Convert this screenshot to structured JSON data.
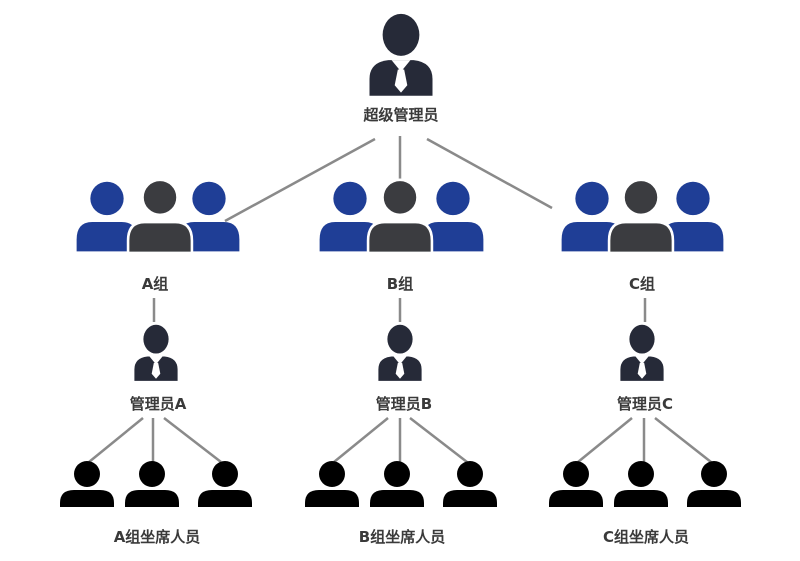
{
  "colors": {
    "admin": "#262a38",
    "group_member": "#1f3e96",
    "group_leader": "#3b3c40",
    "agent": "#000000",
    "connector": "#8a8a8a"
  },
  "super_admin": {
    "label": "超级管理员",
    "icon": "manager-with-tie-icon"
  },
  "groups": [
    {
      "label": "A组",
      "manager_label": "管理员A",
      "agents_label": "A组坐席人员"
    },
    {
      "label": "B组",
      "manager_label": "管理员B",
      "agents_label": "B组坐席人员"
    },
    {
      "label": "C组",
      "manager_label": "管理员C",
      "agents_label": "C组坐席人员"
    }
  ]
}
